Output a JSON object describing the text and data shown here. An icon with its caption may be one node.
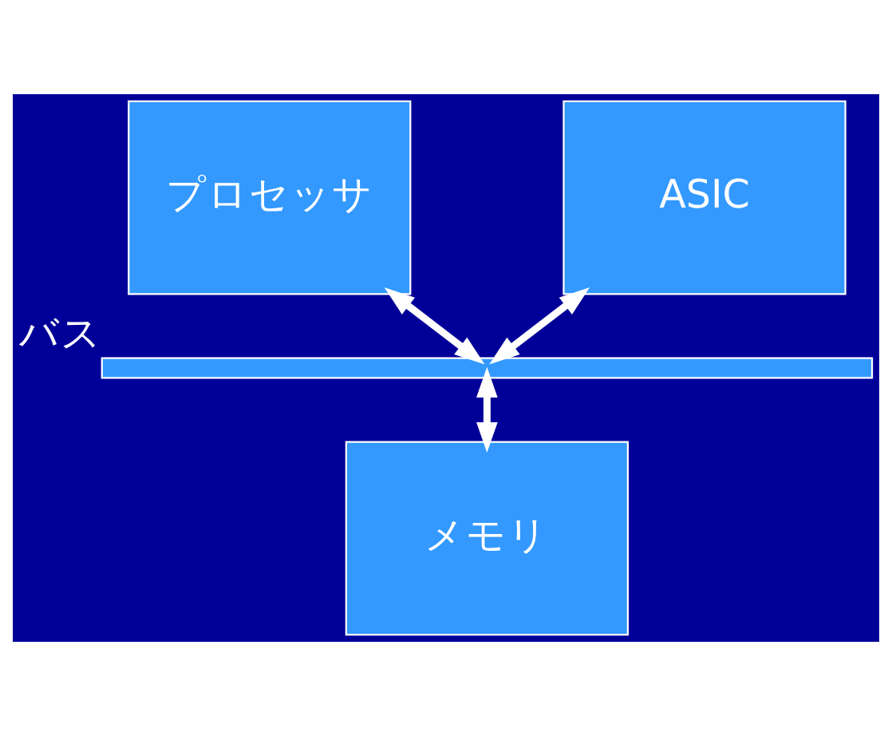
{
  "diagram": {
    "nodes": [
      {
        "text": [
          "プロセッサ"
        ]
      },
      {
        "text": [
          "ASIC"
        ]
      },
      {
        "text": [],
        "shape": "bar",
        "beside": [
          "バス"
        ]
      },
      {
        "text": [
          "メモリ"
        ]
      }
    ],
    "edges": [
      {
        "from": 0,
        "to": 2,
        "arrow": "both"
      },
      {
        "from": 1,
        "to": 2,
        "arrow": "both"
      },
      {
        "from": 2,
        "to": 3,
        "arrow": "both"
      }
    ]
  }
}
